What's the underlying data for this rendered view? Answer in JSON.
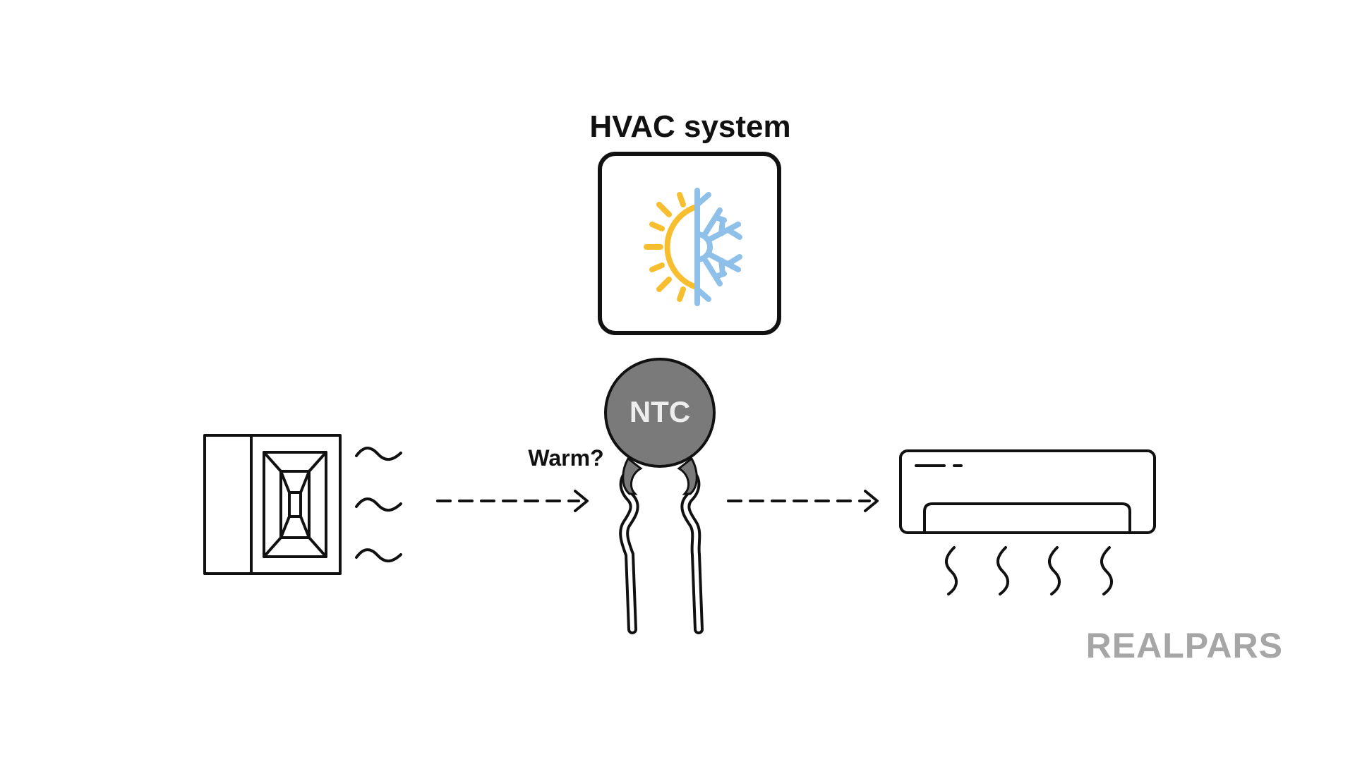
{
  "title": "HVAC system",
  "thermistor": {
    "label": "NTC"
  },
  "question": "Warm?",
  "logo": "REALPARS",
  "colors": {
    "sun": "#F7BE2F",
    "snowflake": "#8EC0EA",
    "thermistor_body": "#7A7A7A",
    "thermistor_text": "#EEEEEE",
    "logo": "#A6A6A6",
    "stroke": "#111111"
  },
  "icons": {
    "hvac": "sun-snowflake-icon",
    "source": "outdoor-unit-icon",
    "target": "air-conditioner-icon"
  }
}
